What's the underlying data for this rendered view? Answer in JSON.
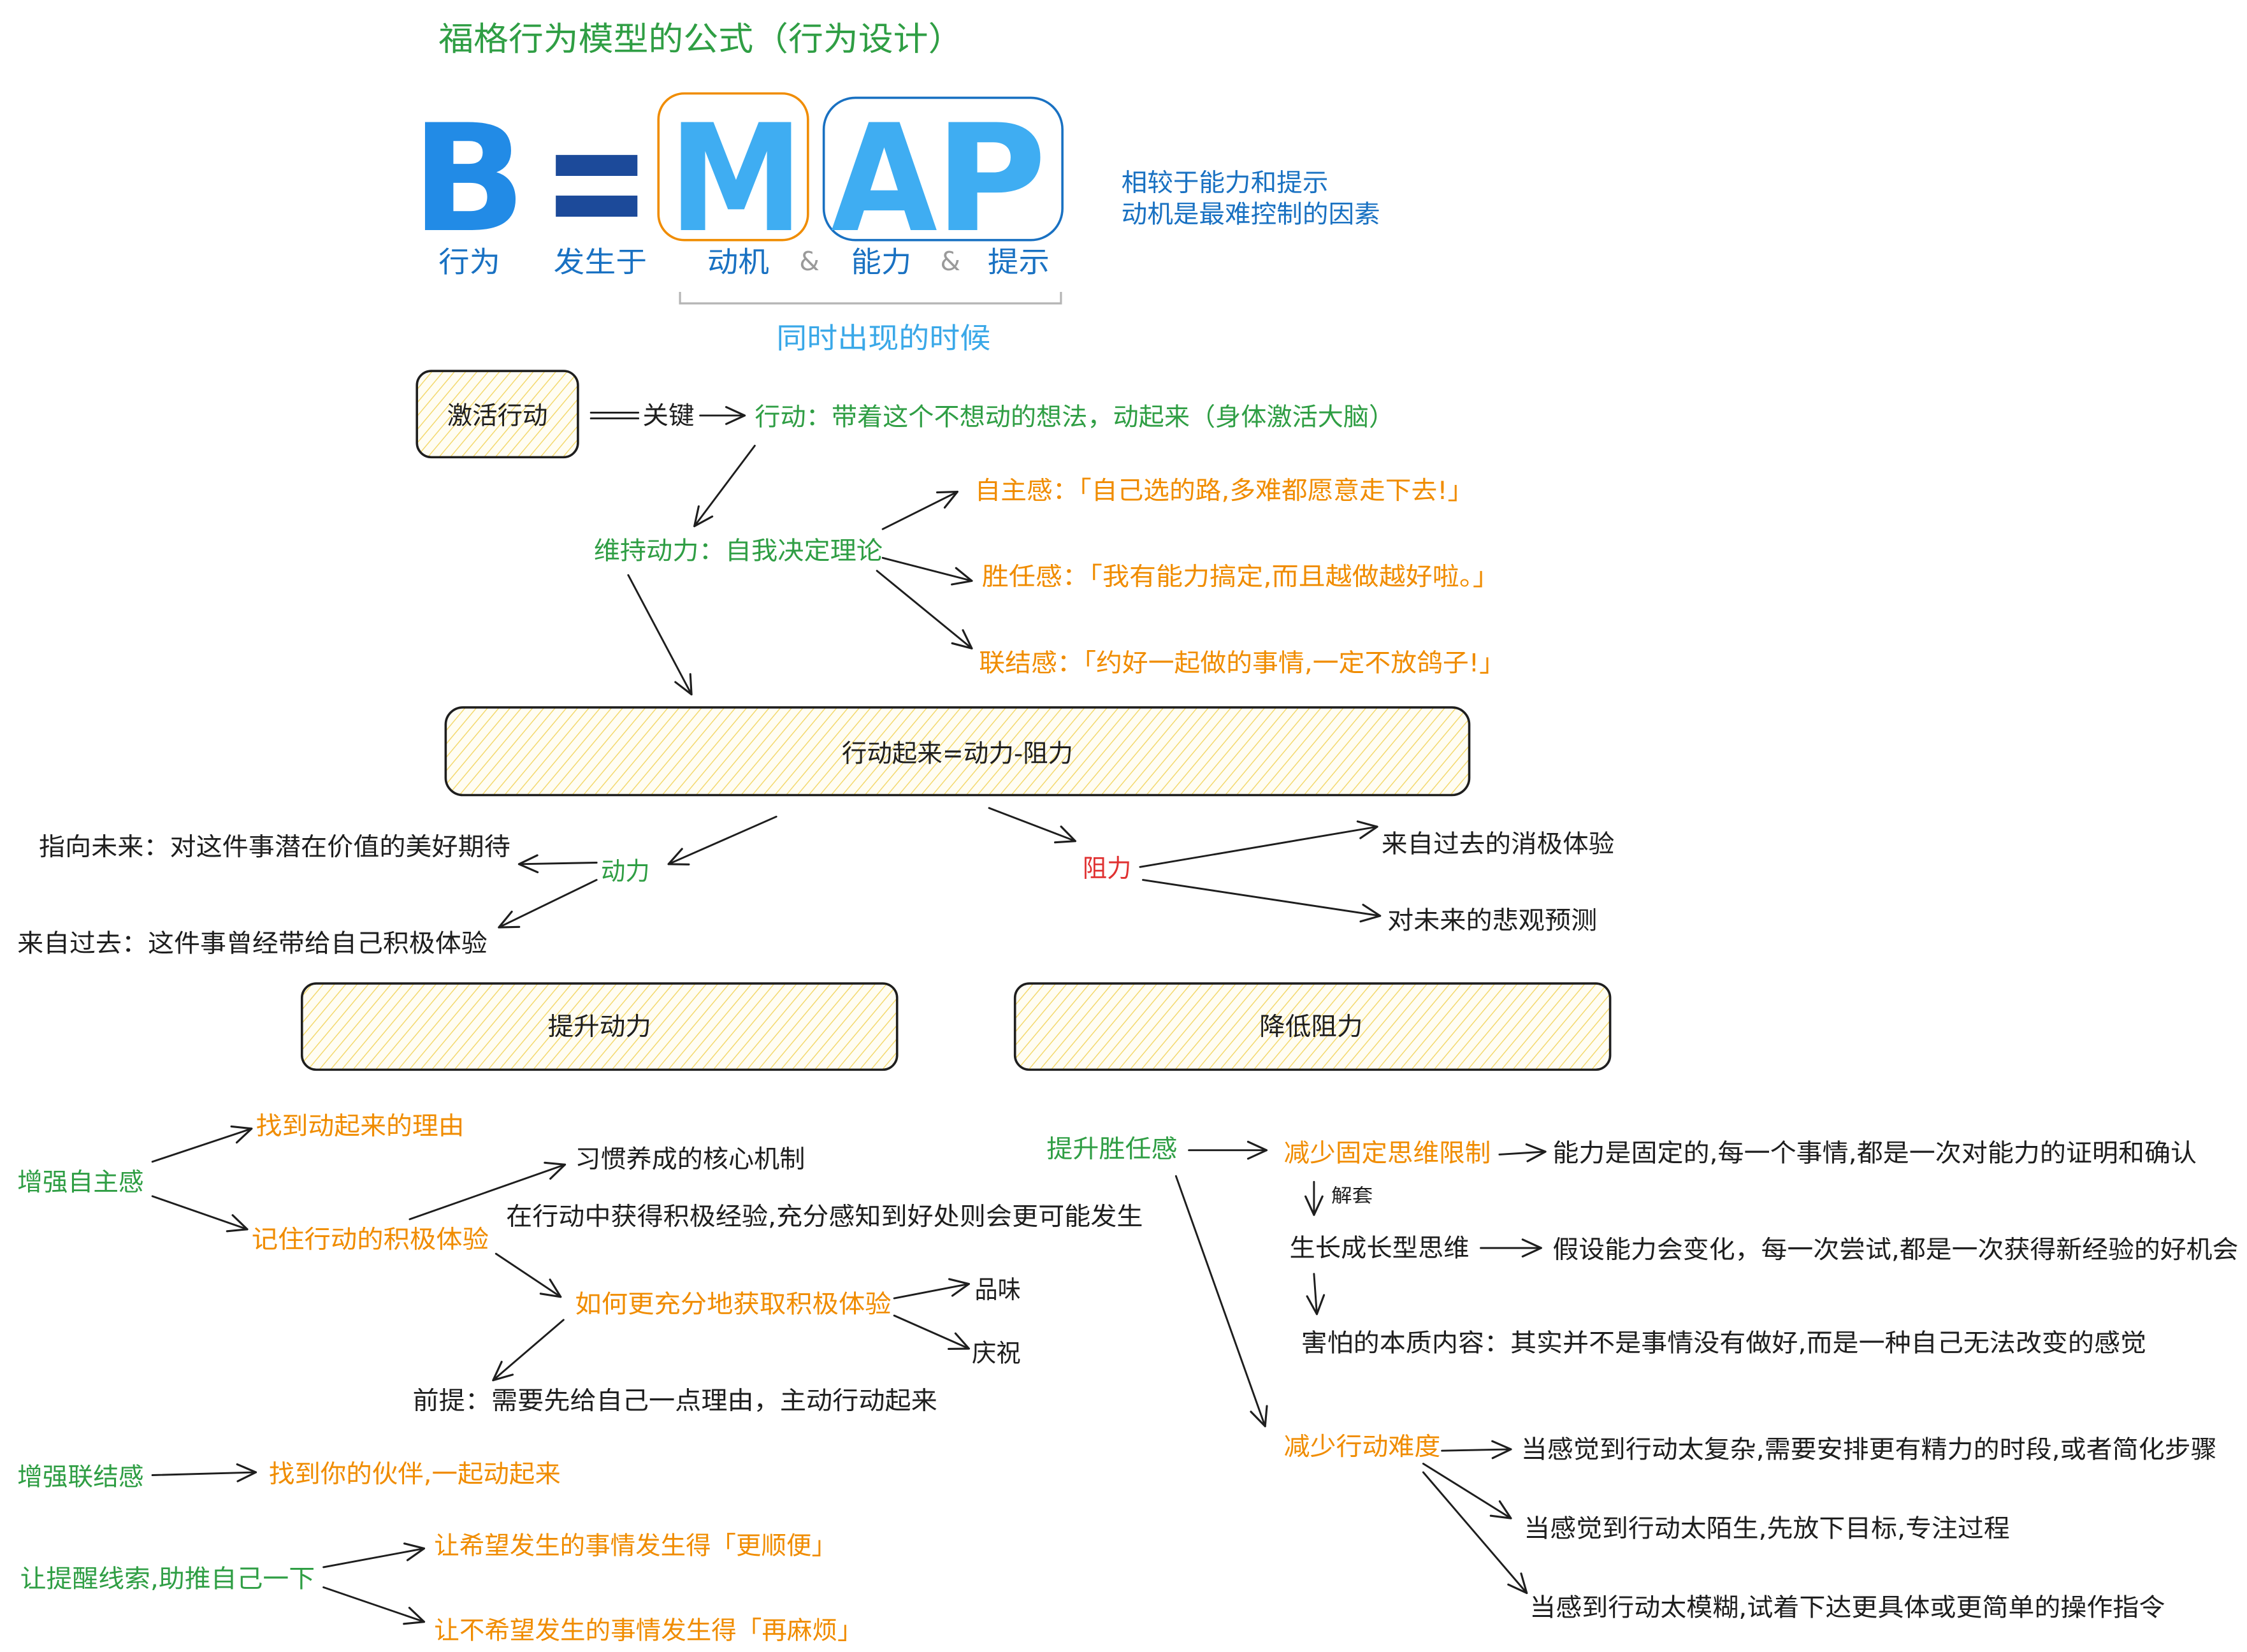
{
  "title": "福格行为模型的公式（行为设计）",
  "formula": {
    "letters": {
      "b": "B",
      "equals": "=",
      "m": "M",
      "a": "A",
      "p": "P"
    },
    "captions": {
      "b": "行为",
      "equals": "发生于",
      "m": "动机",
      "a": "能力",
      "p": "提示"
    },
    "ampersands": [
      "&",
      "&"
    ],
    "bracket_label": "同时出现的时候",
    "note": [
      "相较于能力和提示",
      "动机是最难控制的因素"
    ]
  },
  "activate": {
    "box": "激活行动",
    "connector_label": "关键",
    "action": "行动：带着这个不想动的想法，动起来（身体激活大脑）"
  },
  "sustain": {
    "label": "维持动力：自我决定理论",
    "needs": [
      "自主感：「自己选的路,多难都愿意走下去!」",
      "胜任感：「我有能力搞定,而且越做越好啦。」",
      "联结感：「约好一起做的事情,一定不放鸽子!」"
    ]
  },
  "equation_box": "行动起来=动力-阻力",
  "motivation": {
    "label": "动力",
    "sources": [
      "指向未来：对这件事潜在价值的美好期待",
      "来自过去：这件事曾经带给自己积极体验"
    ]
  },
  "resistance": {
    "label": "阻力",
    "sources": [
      "来自过去的消极体验",
      "对未来的悲观预测"
    ]
  },
  "boost_motivation": {
    "box": "提升动力",
    "autonomy": {
      "label": "增强自主感",
      "reason": "找到动起来的理由",
      "remember": "记住行动的积极体验",
      "habit_core": "习惯养成的核心机制",
      "habit_note": "在行动中获得积极经验,充分感知到好处则会更可能发生",
      "how": "如何更充分地获取积极体验",
      "savor": "品味",
      "celebrate": "庆祝",
      "premise": "前提：需要先给自己一点理由，主动行动起来"
    },
    "relatedness": {
      "label": "增强联结感",
      "partner": "找到你的伙伴,一起动起来"
    },
    "prompts": {
      "label": "让提醒线索,助推自己一下",
      "easier": "让希望发生的事情发生得「更顺便」",
      "harder": "让不希望发生的事情发生得「再麻烦」"
    }
  },
  "reduce_resistance": {
    "box": "降低阻力",
    "competence": {
      "label": "提升胜任感",
      "fixed_mindset": "减少固定思维限制",
      "fixed_belief": "能力是固定的,每一个事情,都是一次对能力的证明和确认",
      "unlock": "解套",
      "growth": "生长成长型思维",
      "growth_belief": "假设能力会变化，每一次尝试,都是一次获得新经验的好机会",
      "fear": "害怕的本质内容：其实并不是事情没有做好,而是一种自己无法改变的感觉"
    },
    "difficulty": {
      "label": "减少行动难度",
      "tips": [
        "当感觉到行动太复杂,需要安排更有精力的时段,或者简化步骤",
        "当感觉到行动太陌生,先放下目标,专注过程",
        "当感到行动太模糊,试着下达更具体或更简单的操作指令"
      ]
    }
  },
  "colors": {
    "green": "#2f9e44",
    "orange": "#f08c00",
    "red": "#e03131",
    "ink": "#1e1e1e",
    "label_blue": "#1971c2",
    "b_blue": "#228be6",
    "map_blue": "#3fadf2",
    "equals_blue": "#1c4a9a",
    "bracket_blue": "#3aa8e8",
    "bracket_gray": "#b5b5b5",
    "amp_gray": "#9a9a9a",
    "box_border": "#1e1e1e",
    "box_hachure": "#f3d86b",
    "m_frame": "#f08c00",
    "ap_frame": "#1971c2"
  }
}
